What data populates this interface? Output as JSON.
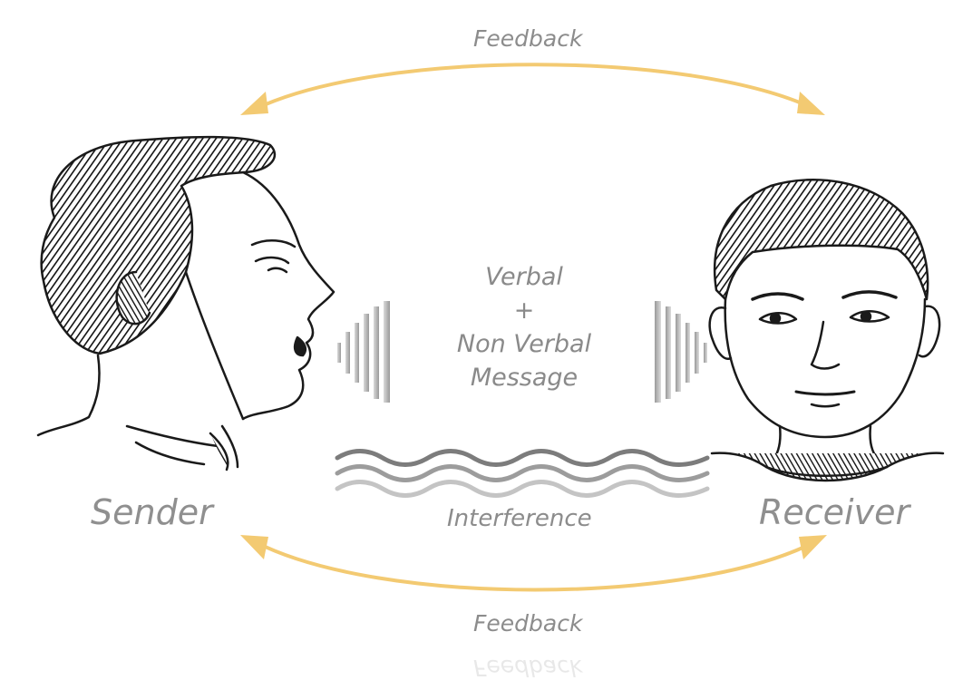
{
  "labels": {
    "feedback_top": "Feedback",
    "feedback_bottom": "Feedback",
    "sender": "Sender",
    "receiver": "Receiver",
    "message_line1": "Verbal",
    "message_line2": "+",
    "message_line3": "Non Verbal",
    "message_line4": "Message",
    "interference": "Interference"
  },
  "colors": {
    "arrow": "#f3ca72",
    "label_text": "#8c8c8c",
    "sketch_ink": "#1a1a1a"
  },
  "icons": {
    "sender": "sender-head-icon",
    "receiver": "receiver-head-icon",
    "sound_out": "sound-waves-icon",
    "sound_in": "sound-waves-icon",
    "noise": "interference-waves-icon"
  }
}
